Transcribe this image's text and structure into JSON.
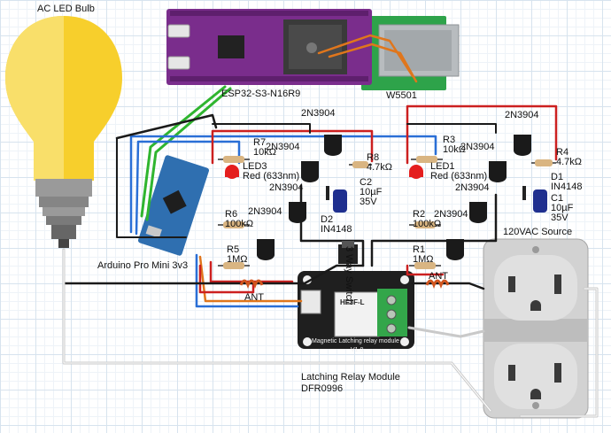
{
  "labels": {
    "bulb": "AC LED Bulb",
    "esp32": "ESP32-S3-N16R9",
    "w5501": "W5501",
    "arduino": "Arduino Pro Mini 3v3",
    "relay_title": "Latching Relay Module",
    "relay_part": "DFR0996",
    "ac_source": "120VAC Source",
    "switch": "3 Way Switch",
    "ant_left": "ANT",
    "ant_right": "ANT",
    "q_top_left": "2N3904",
    "q_top_right": "2N3904",
    "q_l1": "2N3904",
    "q_l2": "2N3904",
    "q_l3": "2N3904",
    "q_r1": "2N3904",
    "q_r2": "2N3904",
    "q_r3": "2N3904",
    "r7": "R7",
    "r7_val": "10kΩ",
    "r3": "R3",
    "r3_val": "10kΩ",
    "r8": "R8",
    "r8_val": "4.7kΩ",
    "r4": "R4",
    "r4_val": "4.7kΩ",
    "led3": "LED3",
    "led3_val": "Red (633nm)",
    "led1": "LED1",
    "led1_val": "Red (633nm)",
    "c2": "C2",
    "c2_val1": "10µF",
    "c2_val2": "35V",
    "c1": "C1",
    "c1_val1": "10µF",
    "c1_val2": "35V",
    "d1": "D1",
    "d1_val": "IN4148",
    "d2": "D2",
    "d2_val": "IN4148",
    "r6": "R6",
    "r6_val": "100kΩ",
    "r2": "R2",
    "r2_val": "100kΩ",
    "r5": "R5",
    "r5_val": "1MΩ",
    "r1": "R1",
    "r1_val": "1MΩ"
  },
  "relay_board": {
    "text1": "Magnetic Latching relay module",
    "text2": "V1.0",
    "relay_model": "HF3F-L"
  },
  "colors": {
    "wire_black": "#1a1a1a",
    "wire_red": "#cc2020",
    "wire_blue": "#2a6fd6",
    "wire_green": "#2fb52f",
    "wire_orange": "#e0761c",
    "esp_purple": "#7a2d8c",
    "arduino_blue": "#2f6fb0",
    "bulb_yellow": "#f6cf2a"
  }
}
